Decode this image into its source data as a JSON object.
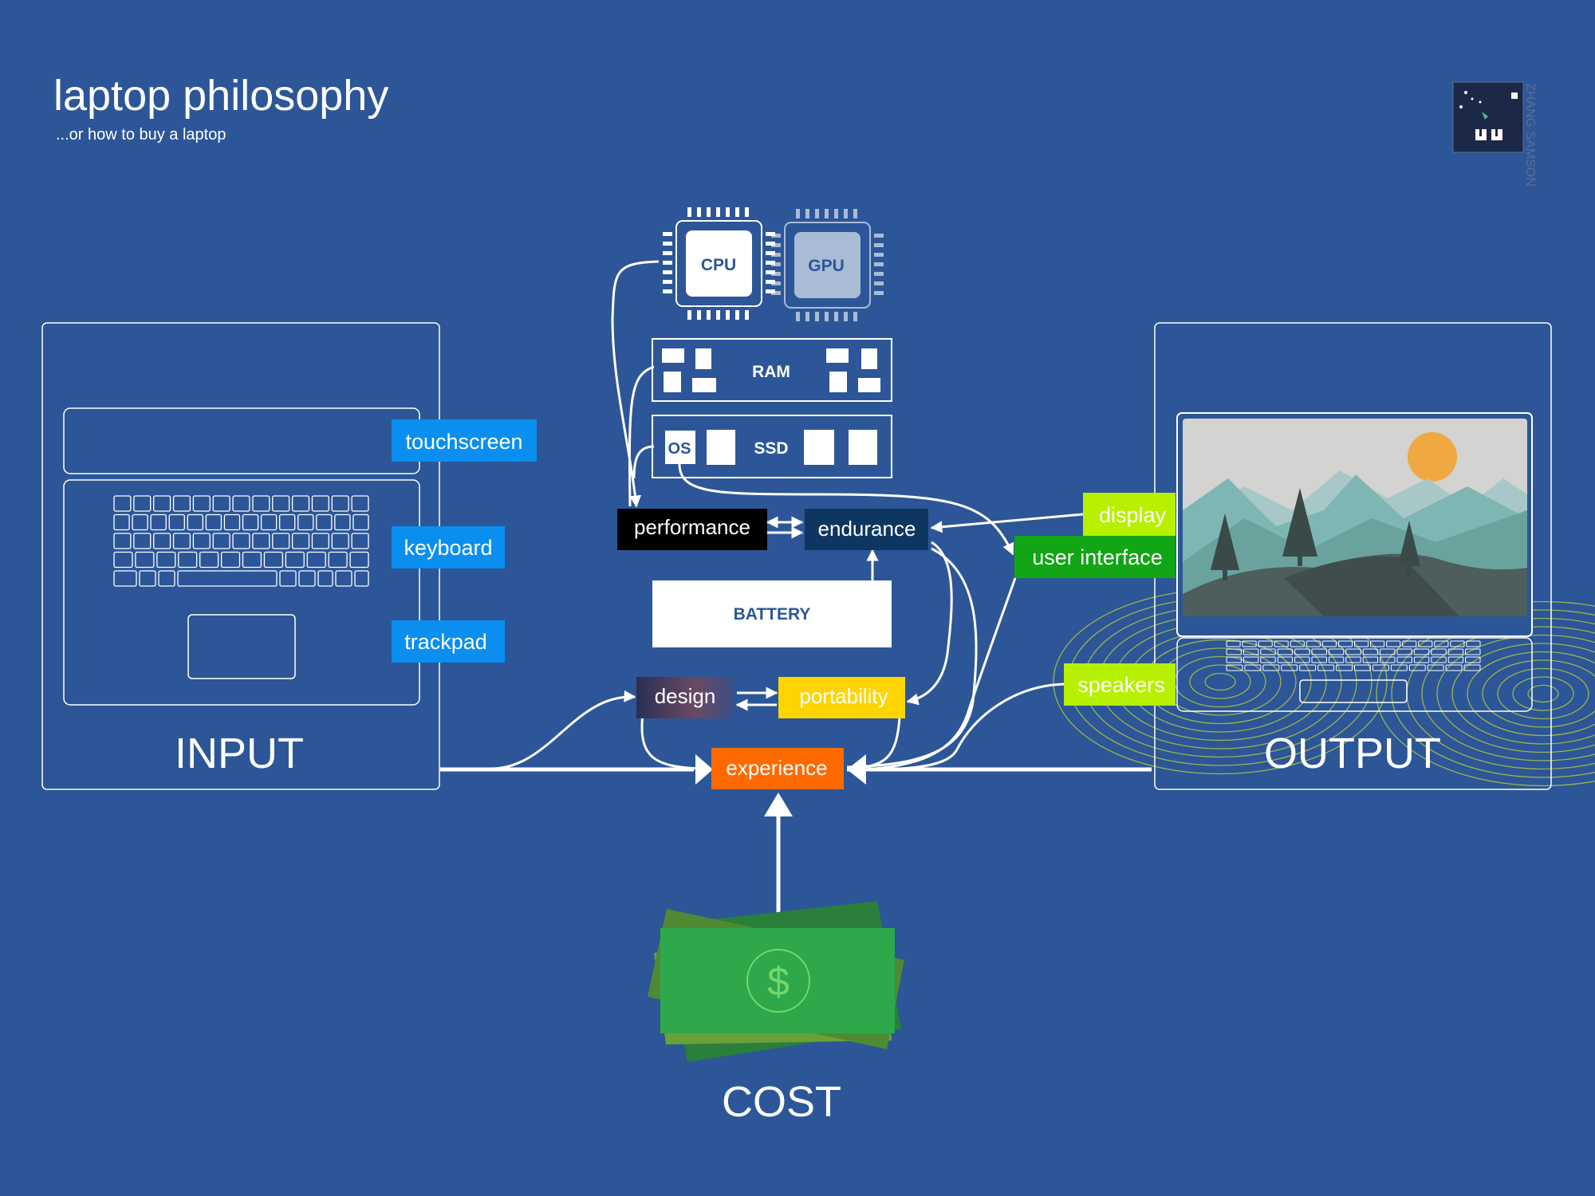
{
  "header": {
    "title": "laptop philosophy",
    "subtitle": "...or how to buy a laptop"
  },
  "logo": {
    "vertical_text": "ZHANG SAMSON"
  },
  "components": {
    "cpu": "CPU",
    "gpu": "GPU",
    "ram": "RAM",
    "ssd": "SSD",
    "os": "OS",
    "battery": "BATTERY"
  },
  "input": {
    "title": "INPUT",
    "tags": [
      "touchscreen",
      "keyboard",
      "trackpad"
    ]
  },
  "output": {
    "title": "OUTPUT",
    "tags": [
      "display",
      "user interface",
      "speakers"
    ]
  },
  "factors": {
    "performance": "performance",
    "endurance": "endurance",
    "design": "design",
    "portability": "portability",
    "experience": "experience"
  },
  "cost": {
    "title": "COST",
    "symbol": "$"
  },
  "colors": {
    "background": "#2c5697",
    "input_tag": "#0a8ff0",
    "display_tag": "#b7f000",
    "user_interface_tag": "#12a516",
    "performance": "#000000",
    "endurance": "#0d3760",
    "portability": "#ffd400",
    "experience": "#ff6a00",
    "money": "#2ea84a",
    "sun": "#f0a840"
  }
}
